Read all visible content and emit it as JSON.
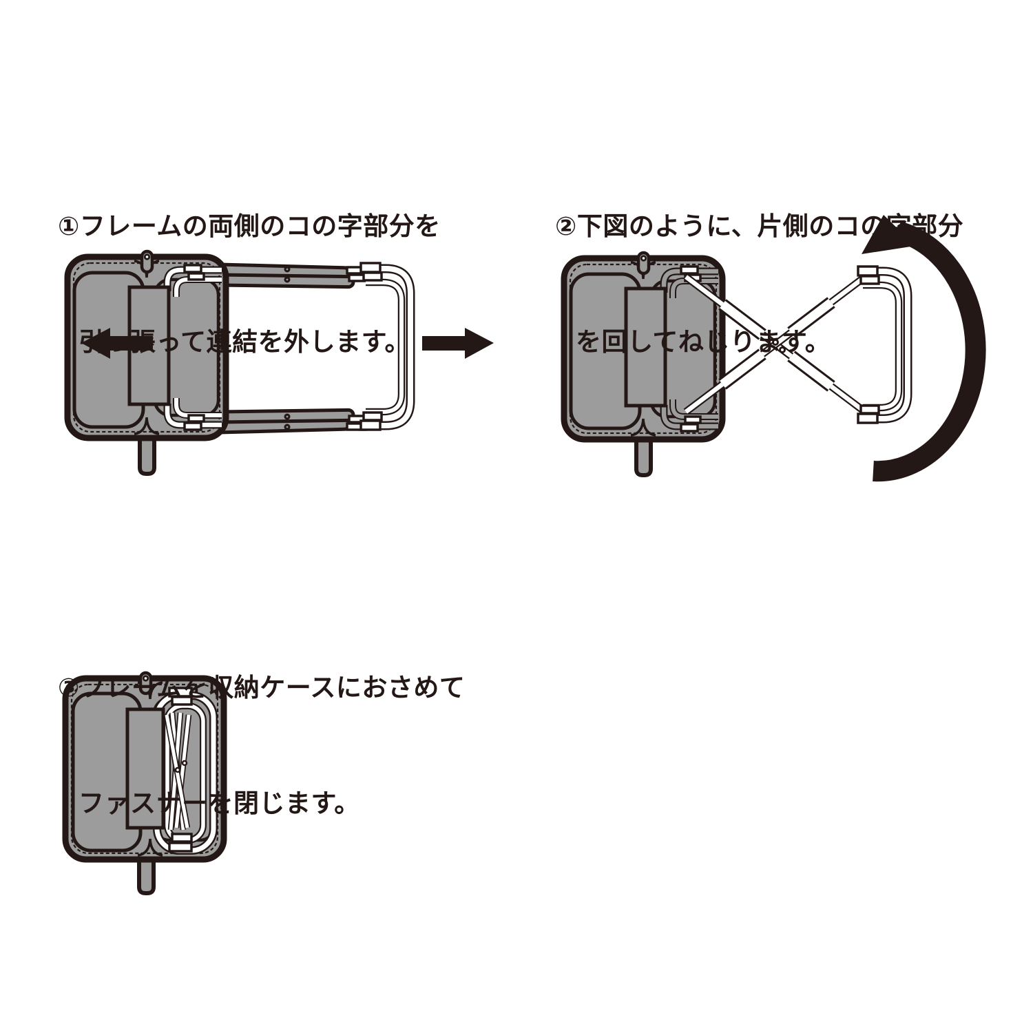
{
  "document": {
    "background_color": "#ffffff",
    "ink_color": "#231815",
    "case_fill_color": "#9c9c9c"
  },
  "steps": [
    {
      "lines": [
        "①フレームの両側のコの字部分を",
        "引っ張って連結を外します。"
      ],
      "diagram_icons": [
        "pull-left-arrow-icon",
        "pull-right-arrow-icon"
      ]
    },
    {
      "lines": [
        "②下図のように、片側のコの字部分",
        "を回してねじります。"
      ],
      "diagram_icons": [
        "twist-rotation-arrow-icon"
      ]
    },
    {
      "lines": [
        "③フレームを収納ケースにおさめて",
        "ファスナーを閉じます。"
      ],
      "diagram_icons": []
    }
  ]
}
